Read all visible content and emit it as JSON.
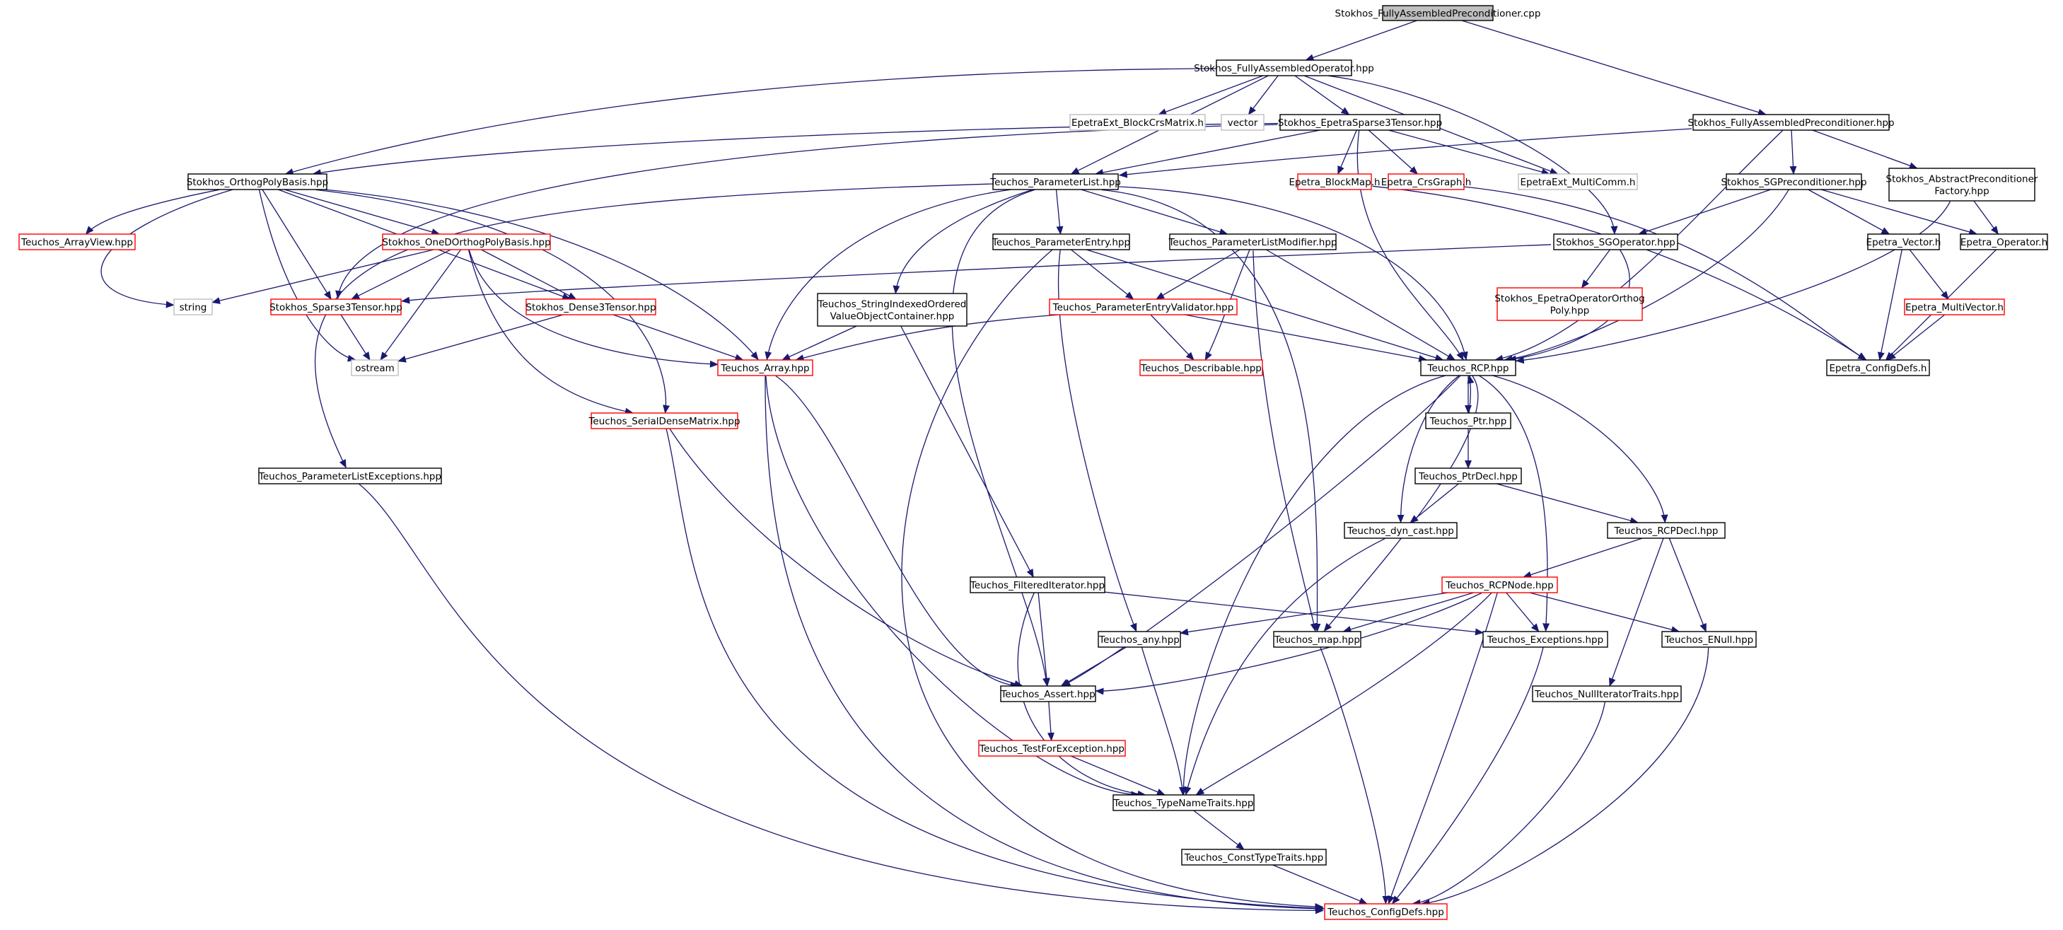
{
  "colors": {
    "edge": "#191970",
    "arrow": "#191970",
    "node_border_default": "#000000",
    "node_border_truncated": "#ff0000",
    "node_border_external": "#bfbfbf",
    "node_fill_root": "#bfbfbf",
    "node_fill_default": "#ffffff",
    "text": "#000000"
  },
  "graph": {
    "nodes": [
      {
        "id": "root",
        "lines": [
          "Stokhos_FullyAssembledPreconditioner.cpp"
        ],
        "style": "root"
      },
      {
        "id": "faop",
        "lines": [
          "Stokhos_FullyAssembledOperator.hpp"
        ],
        "style": "normal"
      },
      {
        "id": "faprec",
        "lines": [
          "Stokhos_FullyAssembledPreconditioner.hpp"
        ],
        "style": "normal"
      },
      {
        "id": "blockcrs",
        "lines": [
          "EpetraExt_BlockCrsMatrix.h"
        ],
        "style": "external"
      },
      {
        "id": "vector",
        "lines": [
          "vector"
        ],
        "style": "external"
      },
      {
        "id": "es3t",
        "lines": [
          "Stokhos_EpetraSparse3Tensor.hpp"
        ],
        "style": "normal"
      },
      {
        "id": "orthopoly",
        "lines": [
          "Stokhos_OrthogPolyBasis.hpp"
        ],
        "style": "normal"
      },
      {
        "id": "plist",
        "lines": [
          "Teuchos_ParameterList.hpp"
        ],
        "style": "normal"
      },
      {
        "id": "blockmap",
        "lines": [
          "Epetra_BlockMap.h"
        ],
        "style": "truncated"
      },
      {
        "id": "crsgraph",
        "lines": [
          "Epetra_CrsGraph.h"
        ],
        "style": "truncated"
      },
      {
        "id": "multicomm",
        "lines": [
          "EpetraExt_MultiComm.h"
        ],
        "style": "external"
      },
      {
        "id": "sgprec",
        "lines": [
          "Stokhos_SGPreconditioner.hpp"
        ],
        "style": "normal"
      },
      {
        "id": "absprec",
        "lines": [
          "Stokhos_AbstractPreconditioner",
          "Factory.hpp"
        ],
        "style": "normal"
      },
      {
        "id": "arrayview",
        "lines": [
          "Teuchos_ArrayView.hpp"
        ],
        "style": "truncated"
      },
      {
        "id": "oned",
        "lines": [
          "Stokhos_OneDOrthogPolyBasis.hpp"
        ],
        "style": "truncated"
      },
      {
        "id": "pentry",
        "lines": [
          "Teuchos_ParameterEntry.hpp"
        ],
        "style": "normal"
      },
      {
        "id": "plmod",
        "lines": [
          "Teuchos_ParameterListModifier.hpp"
        ],
        "style": "normal"
      },
      {
        "id": "sgop",
        "lines": [
          "Stokhos_SGOperator.hpp"
        ],
        "style": "normal"
      },
      {
        "id": "evector",
        "lines": [
          "Epetra_Vector.h"
        ],
        "style": "normal"
      },
      {
        "id": "eoperator",
        "lines": [
          "Epetra_Operator.h"
        ],
        "style": "normal"
      },
      {
        "id": "string",
        "lines": [
          "string"
        ],
        "style": "external"
      },
      {
        "id": "sparse3",
        "lines": [
          "Stokhos_Sparse3Tensor.hpp"
        ],
        "style": "truncated"
      },
      {
        "id": "dense3",
        "lines": [
          "Stokhos_Dense3Tensor.hpp"
        ],
        "style": "truncated"
      },
      {
        "id": "sivo",
        "lines": [
          "Teuchos_StringIndexedOrdered",
          "ValueObjectContainer.hpp"
        ],
        "style": "normal"
      },
      {
        "id": "pevalid",
        "lines": [
          "Teuchos_ParameterEntryValidator.hpp"
        ],
        "style": "truncated"
      },
      {
        "id": "eopoly",
        "lines": [
          "Stokhos_EpetraOperatorOrthog",
          "Poly.hpp"
        ],
        "style": "truncated"
      },
      {
        "id": "emultivec",
        "lines": [
          "Epetra_MultiVector.h"
        ],
        "style": "truncated"
      },
      {
        "id": "ostream",
        "lines": [
          "ostream"
        ],
        "style": "external"
      },
      {
        "id": "array",
        "lines": [
          "Teuchos_Array.hpp"
        ],
        "style": "truncated"
      },
      {
        "id": "describable",
        "lines": [
          "Teuchos_Describable.hpp"
        ],
        "style": "truncated"
      },
      {
        "id": "rcp",
        "lines": [
          "Teuchos_RCP.hpp"
        ],
        "style": "normal"
      },
      {
        "id": "econfig",
        "lines": [
          "Epetra_ConfigDefs.h"
        ],
        "style": "normal"
      },
      {
        "id": "serialdense",
        "lines": [
          "Teuchos_SerialDenseMatrix.hpp"
        ],
        "style": "truncated"
      },
      {
        "id": "ptr",
        "lines": [
          "Teuchos_Ptr.hpp"
        ],
        "style": "normal"
      },
      {
        "id": "plexc",
        "lines": [
          "Teuchos_ParameterListExceptions.hpp"
        ],
        "style": "normal"
      },
      {
        "id": "ptrdecl",
        "lines": [
          "Teuchos_PtrDecl.hpp"
        ],
        "style": "normal"
      },
      {
        "id": "dyncast",
        "lines": [
          "Teuchos_dyn_cast.hpp"
        ],
        "style": "normal"
      },
      {
        "id": "rcpdecl",
        "lines": [
          "Teuchos_RCPDecl.hpp"
        ],
        "style": "normal"
      },
      {
        "id": "filtered",
        "lines": [
          "Teuchos_FilteredIterator.hpp"
        ],
        "style": "normal"
      },
      {
        "id": "rcpnode",
        "lines": [
          "Teuchos_RCPNode.hpp"
        ],
        "style": "truncated"
      },
      {
        "id": "any",
        "lines": [
          "Teuchos_any.hpp"
        ],
        "style": "normal"
      },
      {
        "id": "map",
        "lines": [
          "Teuchos_map.hpp"
        ],
        "style": "normal"
      },
      {
        "id": "exceptions",
        "lines": [
          "Teuchos_Exceptions.hpp"
        ],
        "style": "normal"
      },
      {
        "id": "enull",
        "lines": [
          "Teuchos_ENull.hpp"
        ],
        "style": "normal"
      },
      {
        "id": "assert",
        "lines": [
          "Teuchos_Assert.hpp"
        ],
        "style": "normal"
      },
      {
        "id": "nulliter",
        "lines": [
          "Teuchos_NullIteratorTraits.hpp"
        ],
        "style": "normal"
      },
      {
        "id": "testfor",
        "lines": [
          "Teuchos_TestForException.hpp"
        ],
        "style": "truncated"
      },
      {
        "id": "typename",
        "lines": [
          "Teuchos_TypeNameTraits.hpp"
        ],
        "style": "normal"
      },
      {
        "id": "consttype",
        "lines": [
          "Teuchos_ConstTypeTraits.hpp"
        ],
        "style": "normal"
      },
      {
        "id": "tconfig",
        "lines": [
          "Teuchos_ConfigDefs.hpp"
        ],
        "style": "truncated"
      }
    ],
    "edges": [
      [
        "root",
        "faop"
      ],
      [
        "root",
        "faprec"
      ],
      [
        "faop",
        "blockcrs"
      ],
      [
        "faop",
        "vector"
      ],
      [
        "faop",
        "es3t"
      ],
      [
        "faop",
        "orthopoly"
      ],
      [
        "faop",
        "plist"
      ],
      [
        "faop",
        "multicomm"
      ],
      [
        "faop",
        "sgop"
      ],
      [
        "faprec",
        "plist"
      ],
      [
        "faprec",
        "sgprec"
      ],
      [
        "faprec",
        "absprec"
      ],
      [
        "faprec",
        "rcp"
      ],
      [
        "es3t",
        "orthopoly"
      ],
      [
        "es3t",
        "plist"
      ],
      [
        "es3t",
        "blockmap"
      ],
      [
        "es3t",
        "crsgraph"
      ],
      [
        "es3t",
        "multicomm"
      ],
      [
        "es3t",
        "rcp"
      ],
      [
        "es3t",
        "sparse3"
      ],
      [
        "orthopoly",
        "arrayview"
      ],
      [
        "orthopoly",
        "oned"
      ],
      [
        "orthopoly",
        "string"
      ],
      [
        "orthopoly",
        "sparse3"
      ],
      [
        "orthopoly",
        "dense3"
      ],
      [
        "orthopoly",
        "ostream"
      ],
      [
        "orthopoly",
        "array"
      ],
      [
        "orthopoly",
        "serialdense"
      ],
      [
        "plist",
        "pentry"
      ],
      [
        "plist",
        "plmod"
      ],
      [
        "plist",
        "sivo"
      ],
      [
        "plist",
        "array"
      ],
      [
        "plist",
        "rcp"
      ],
      [
        "plist",
        "plexc"
      ],
      [
        "plist",
        "assert"
      ],
      [
        "plist",
        "map"
      ],
      [
        "blockmap",
        "econfig"
      ],
      [
        "crsgraph",
        "econfig"
      ],
      [
        "sgprec",
        "sgop"
      ],
      [
        "sgprec",
        "evector"
      ],
      [
        "sgprec",
        "eoperator"
      ],
      [
        "sgprec",
        "rcp"
      ],
      [
        "absprec",
        "eoperator"
      ],
      [
        "absprec",
        "rcp"
      ],
      [
        "oned",
        "string"
      ],
      [
        "oned",
        "sparse3"
      ],
      [
        "oned",
        "dense3"
      ],
      [
        "oned",
        "ostream"
      ],
      [
        "oned",
        "array"
      ],
      [
        "oned",
        "serialdense"
      ],
      [
        "pentry",
        "pevalid"
      ],
      [
        "pentry",
        "rcp"
      ],
      [
        "pentry",
        "any"
      ],
      [
        "pentry",
        "tconfig"
      ],
      [
        "plmod",
        "pevalid"
      ],
      [
        "plmod",
        "describable"
      ],
      [
        "plmod",
        "rcp"
      ],
      [
        "plmod",
        "map"
      ],
      [
        "sgop",
        "sparse3"
      ],
      [
        "sgop",
        "eopoly"
      ],
      [
        "sgop",
        "rcp"
      ],
      [
        "evector",
        "emultivec"
      ],
      [
        "evector",
        "econfig"
      ],
      [
        "eoperator",
        "econfig"
      ],
      [
        "emultivec",
        "econfig"
      ],
      [
        "sparse3",
        "ostream"
      ],
      [
        "dense3",
        "ostream"
      ],
      [
        "dense3",
        "array"
      ],
      [
        "sivo",
        "array"
      ],
      [
        "sivo",
        "filtered"
      ],
      [
        "pevalid",
        "array"
      ],
      [
        "pevalid",
        "describable"
      ],
      [
        "pevalid",
        "rcp"
      ],
      [
        "array",
        "assert"
      ],
      [
        "array",
        "typename"
      ],
      [
        "array",
        "tconfig"
      ],
      [
        "rcp",
        "ptr"
      ],
      [
        "rcp",
        "dyncast"
      ],
      [
        "rcp",
        "rcpdecl"
      ],
      [
        "rcp",
        "assert"
      ],
      [
        "rcp",
        "exceptions"
      ],
      [
        "rcp",
        "map"
      ],
      [
        "rcp",
        "typename"
      ],
      [
        "ptr",
        "rcp"
      ],
      [
        "ptr",
        "ptrdecl"
      ],
      [
        "serialdense",
        "assert"
      ],
      [
        "serialdense",
        "tconfig"
      ],
      [
        "plexc",
        "tconfig"
      ],
      [
        "ptrdecl",
        "dyncast"
      ],
      [
        "ptrdecl",
        "rcpdecl"
      ],
      [
        "dyncast",
        "typename"
      ],
      [
        "rcpdecl",
        "rcpnode"
      ],
      [
        "rcpdecl",
        "enull"
      ],
      [
        "rcpdecl",
        "nulliter"
      ],
      [
        "filtered",
        "assert"
      ],
      [
        "filtered",
        "exceptions"
      ],
      [
        "filtered",
        "typename"
      ],
      [
        "rcpnode",
        "any"
      ],
      [
        "rcpnode",
        "map"
      ],
      [
        "rcpnode",
        "exceptions"
      ],
      [
        "rcpnode",
        "enull"
      ],
      [
        "rcpnode",
        "assert"
      ],
      [
        "rcpnode",
        "typename"
      ],
      [
        "rcpnode",
        "tconfig"
      ],
      [
        "any",
        "assert"
      ],
      [
        "any",
        "typename"
      ],
      [
        "map",
        "tconfig"
      ],
      [
        "exceptions",
        "tconfig"
      ],
      [
        "enull",
        "tconfig"
      ],
      [
        "assert",
        "testfor"
      ],
      [
        "nulliter",
        "tconfig"
      ],
      [
        "testfor",
        "typename"
      ],
      [
        "typename",
        "consttype"
      ],
      [
        "consttype",
        "tconfig"
      ]
    ]
  }
}
